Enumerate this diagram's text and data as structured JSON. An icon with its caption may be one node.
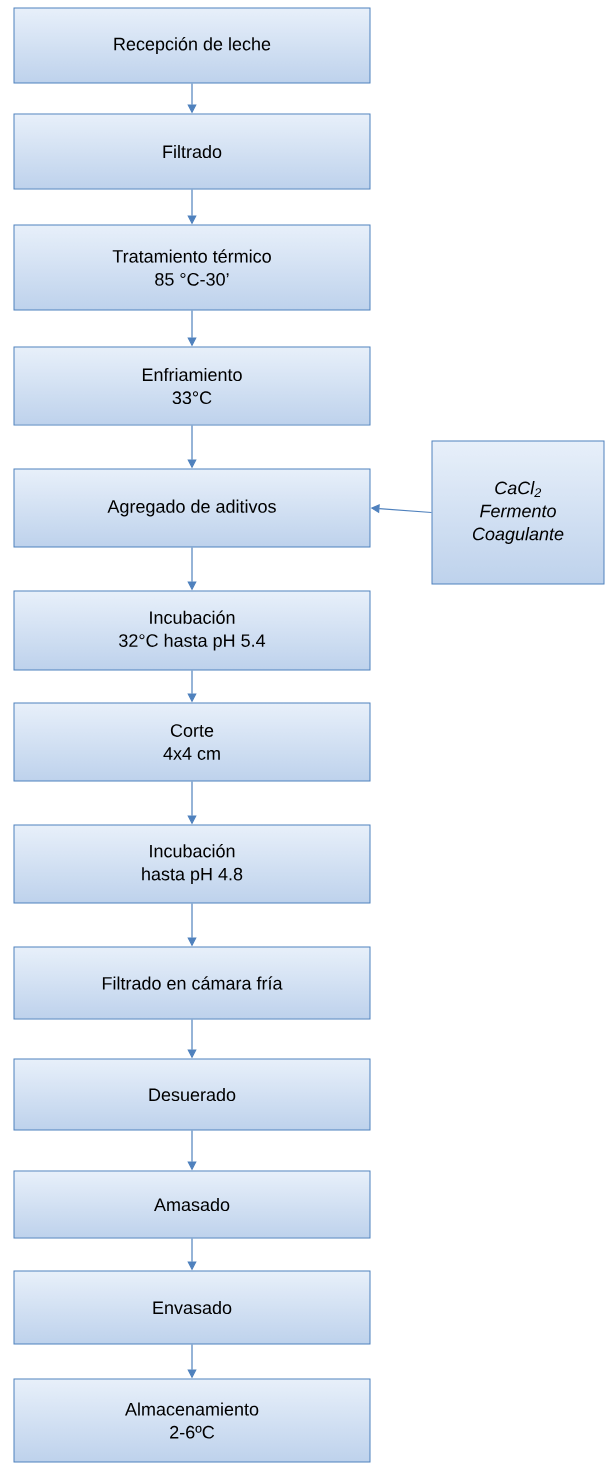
{
  "diagram": {
    "nodes": [
      {
        "text": [
          "Recepción de leche"
        ]
      },
      {
        "text": [
          "Filtrado"
        ]
      },
      {
        "text": [
          "Tratamiento térmico",
          "85 °C-30’"
        ]
      },
      {
        "text": [
          "Enfriamiento",
          "33°C"
        ]
      },
      {
        "text": [
          "Agregado de aditivos"
        ]
      },
      {
        "text": [
          "Incubación",
          "32°C hasta pH 5.4"
        ]
      },
      {
        "text": [
          "Corte",
          "4x4 cm"
        ]
      },
      {
        "text": [
          "Incubación",
          "hasta pH 4.8"
        ]
      },
      {
        "text": [
          "Filtrado en cámara fría"
        ]
      },
      {
        "text": [
          "Desuerado"
        ]
      },
      {
        "text": [
          "Amasado"
        ]
      },
      {
        "text": [
          "Envasado"
        ]
      },
      {
        "text": [
          "Almacenamiento",
          "2-6ºC"
        ]
      },
      {
        "text": [
          "CaCl$_{2}$",
          "Fermento",
          "Coagulante"
        ]
      }
    ],
    "edges": [
      {
        "from": 0,
        "to": 1,
        "arrow": "to"
      },
      {
        "from": 1,
        "to": 2,
        "arrow": "to"
      },
      {
        "from": 2,
        "to": 3,
        "arrow": "to"
      },
      {
        "from": 3,
        "to": 4,
        "arrow": "to"
      },
      {
        "from": 4,
        "to": 5,
        "arrow": "to"
      },
      {
        "from": 5,
        "to": 6,
        "arrow": "to"
      },
      {
        "from": 6,
        "to": 7,
        "arrow": "to"
      },
      {
        "from": 7,
        "to": 8,
        "arrow": "to"
      },
      {
        "from": 8,
        "to": 9,
        "arrow": "to"
      },
      {
        "from": 9,
        "to": 10,
        "arrow": "to"
      },
      {
        "from": 10,
        "to": 11,
        "arrow": "to"
      },
      {
        "from": 11,
        "to": 12,
        "arrow": "to"
      },
      {
        "from": 13,
        "to": 4,
        "arrow": "to"
      }
    ]
  }
}
